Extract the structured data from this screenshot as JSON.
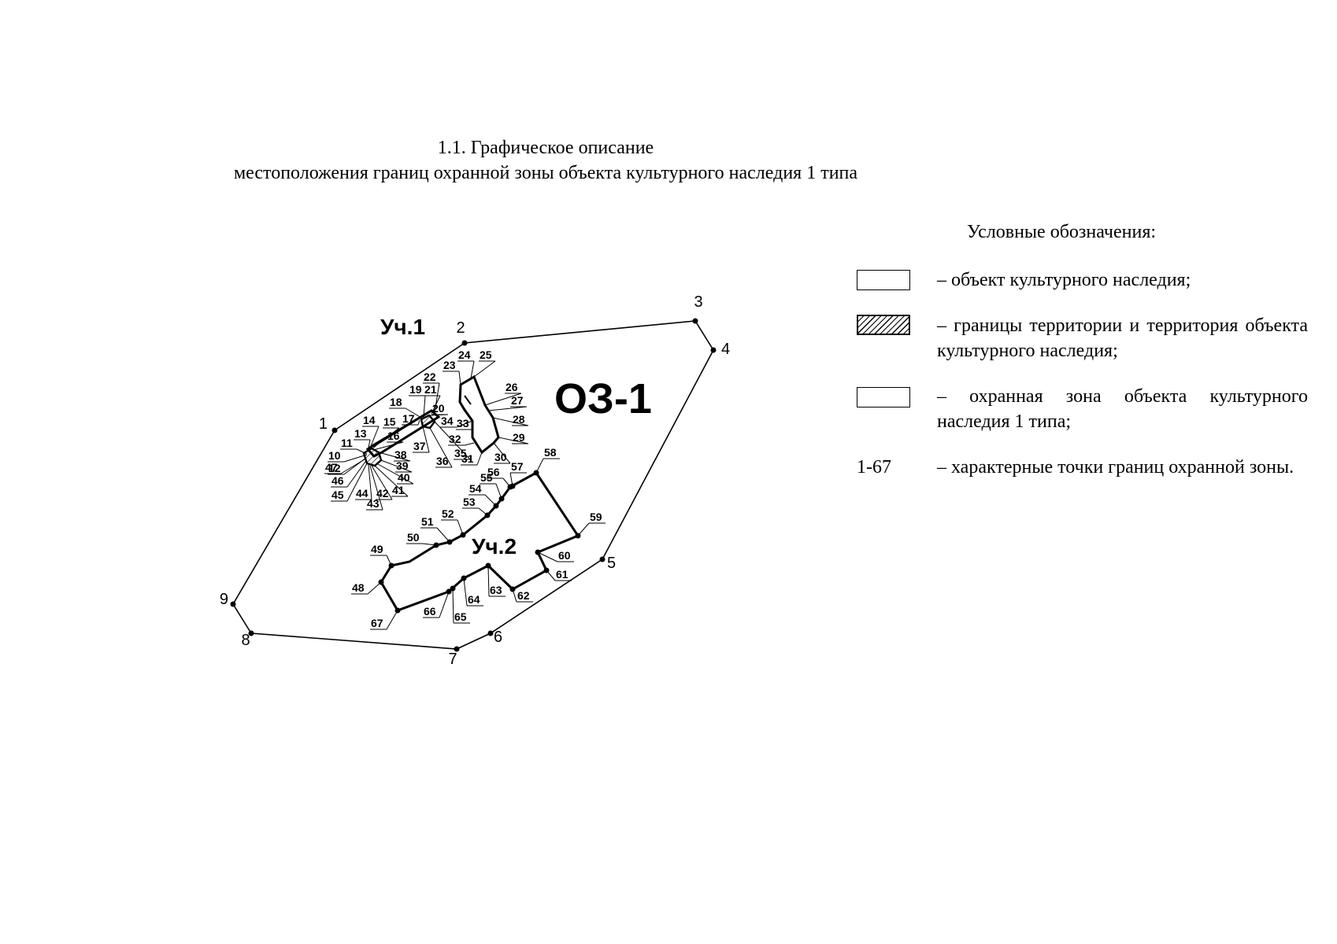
{
  "title": {
    "line1": "1.1. Графическое описание",
    "line2": "местоположения границ охранной зоны объекта культурного наследия 1 типа"
  },
  "legend": {
    "heading": "Условные обозначения:",
    "items": [
      {
        "symbol": "plain-rect",
        "text": "– объект культурного наследия;"
      },
      {
        "symbol": "hatched-rect",
        "text": "– границы территории и территория объекта культурного наследия;"
      },
      {
        "symbol": "plain-rect",
        "text": "– охранная зона объекта культурного наследия 1 типа;"
      },
      {
        "symbol": "code",
        "code": "1-67",
        "text": "– характерные точки границ охранной зоны."
      }
    ]
  },
  "map": {
    "zone_label": "ОЗ-1",
    "plot1_label": "Уч.1",
    "plot2_label": "Уч.2",
    "colors": {
      "line": "#000000",
      "background": "#ffffff"
    },
    "outer_point_labels": [
      "1",
      "2",
      "3",
      "4",
      "5",
      "6",
      "7",
      "8",
      "9"
    ],
    "plot1_point_labels": [
      "10",
      "11",
      "12",
      "13",
      "14",
      "15",
      "16",
      "17",
      "18",
      "19",
      "20",
      "21",
      "22",
      "23",
      "24",
      "25",
      "26",
      "27",
      "28",
      "29",
      "30",
      "31",
      "32",
      "33",
      "34",
      "35",
      "36",
      "37",
      "38",
      "39",
      "40",
      "41",
      "42",
      "43",
      "44",
      "45",
      "46",
      "47"
    ],
    "plot2_point_labels": [
      "48",
      "49",
      "50",
      "51",
      "52",
      "53",
      "54",
      "55",
      "56",
      "57",
      "58",
      "59",
      "60",
      "61",
      "62",
      "63",
      "64",
      "65",
      "66",
      "67"
    ]
  }
}
